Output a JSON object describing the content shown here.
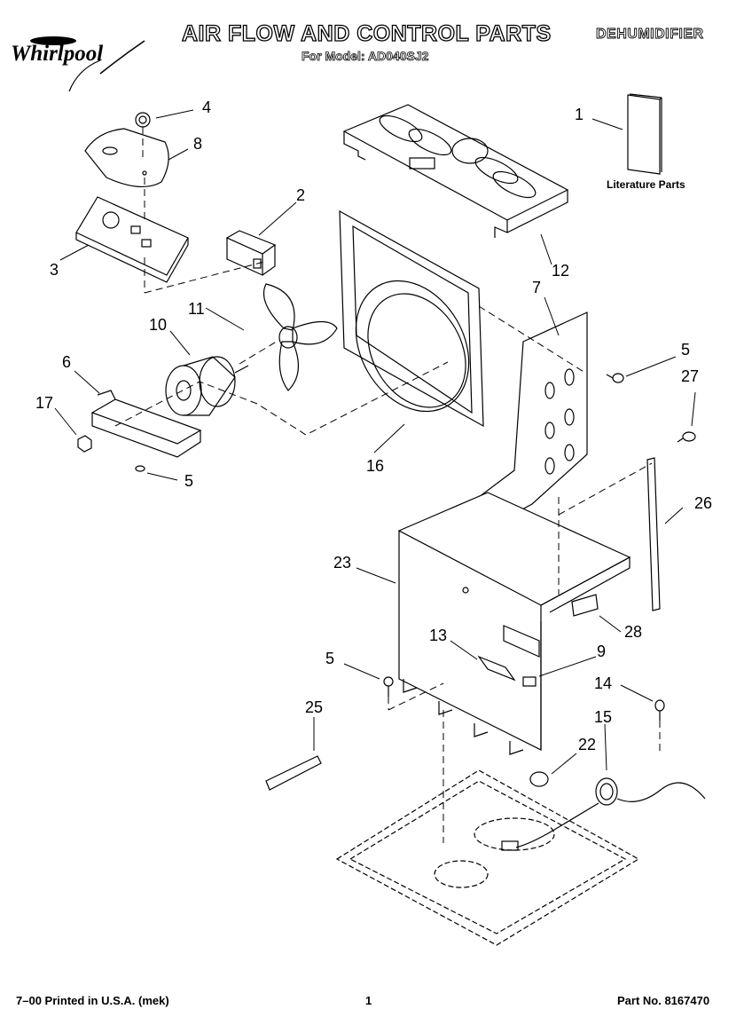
{
  "header": {
    "title": "AIR FLOW AND CONTROL PARTS",
    "subtitle": "For Model: AD040SJ2",
    "category": "DEHUMIDIFIER",
    "brand": "Whirlpool"
  },
  "literature_label": "Literature Parts",
  "callouts": [
    "1",
    "2",
    "3",
    "4",
    "5",
    "6",
    "7",
    "8",
    "9",
    "10",
    "11",
    "12",
    "13",
    "14",
    "15",
    "16",
    "17",
    "22",
    "23",
    "25",
    "26",
    "27",
    "28"
  ],
  "footer": {
    "left": "7–00 Printed in U.S.A. (mek)",
    "page": "1",
    "part_no": "Part No. 8167470"
  }
}
